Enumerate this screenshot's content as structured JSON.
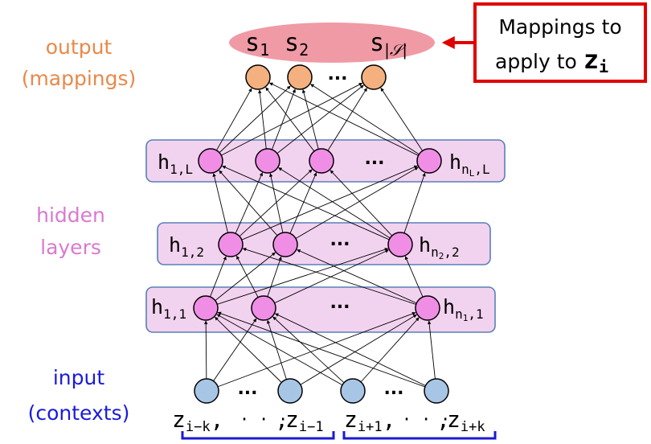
{
  "side_labels": {
    "output_line1": "output",
    "output_line2": "(mappings)",
    "hidden_line1": "hidden",
    "hidden_line2": "layers",
    "input_line1": "input",
    "input_line2": "(contexts)"
  },
  "callout": {
    "line1": "Mappings to",
    "line2": "apply to",
    "var": "z",
    "var_sub": "i"
  },
  "ellipsis": "...",
  "output_nodes": {
    "s": "s",
    "s1_sub": "1",
    "s2_sub": "2",
    "sS_sub": "|𝒮|"
  },
  "layer_L": {
    "left_sub": "1,L",
    "right_sub_a": "n",
    "right_sub_a_sub": "L",
    "right_sub_b": ",L"
  },
  "layer_2": {
    "left_sub": "1,2",
    "right_sub_a": "n",
    "right_sub_a_sub": "2",
    "right_sub_b": ",2"
  },
  "layer_1": {
    "left_sub": "1,1",
    "right_sub_a": "n",
    "right_sub_a_sub": "1",
    "right_sub_b": ",1"
  },
  "h": "h",
  "input_labels": {
    "z": "z",
    "sub_i_minus_k": "i−k",
    "sub_i_minus_1": "i−1",
    "sub_i_plus_1": "i+1",
    "sub_i_plus_k": "i+k",
    "cdots": "· · ·",
    "comma": ","
  },
  "colors": {
    "output_label": "#e8894a",
    "hidden_label": "#d97ad0",
    "input_label": "#1a1adc",
    "output_node": "#f4b07e",
    "output_ellipse": "#f09aa6",
    "hidden_node": "#f08ee6",
    "layer_fill": "#f2d3ef",
    "layer_stroke": "#5a7fb8",
    "input_node": "#a7c6e6",
    "callout_border": "#e00000",
    "brace": "#1a1ad0"
  }
}
